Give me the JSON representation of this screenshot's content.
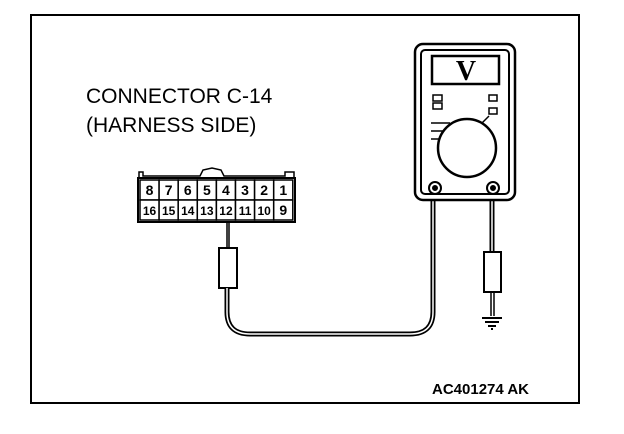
{
  "connector": {
    "line1": "CONNECTOR C-14",
    "line2": "(HARNESS SIDE)",
    "top_row": [
      "8",
      "7",
      "6",
      "5",
      "4",
      "3",
      "2",
      "1"
    ],
    "bottom_row": [
      "16",
      "15",
      "14",
      "13",
      "12",
      "11",
      "10",
      "9"
    ]
  },
  "meter": {
    "display": "V"
  },
  "figure_id": "AC401274 AK"
}
